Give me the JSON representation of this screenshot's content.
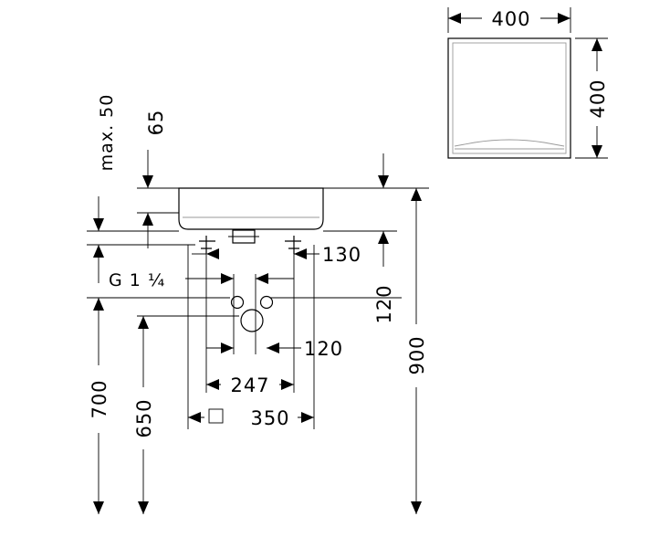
{
  "top_view": {
    "width_label": "400",
    "depth_label": "400"
  },
  "side_view": {
    "max_label": "max. 50",
    "offset_65_label": "65",
    "thread_label": "G 1 ¼",
    "dim_130_label": "130",
    "dim_120_vertical_label": "120",
    "dim_120_horizontal_label": "120",
    "dim_900_label": "900",
    "dim_700_label": "700",
    "dim_650_label": "650",
    "dim_247_label": "247",
    "dim_350_label": "350"
  }
}
